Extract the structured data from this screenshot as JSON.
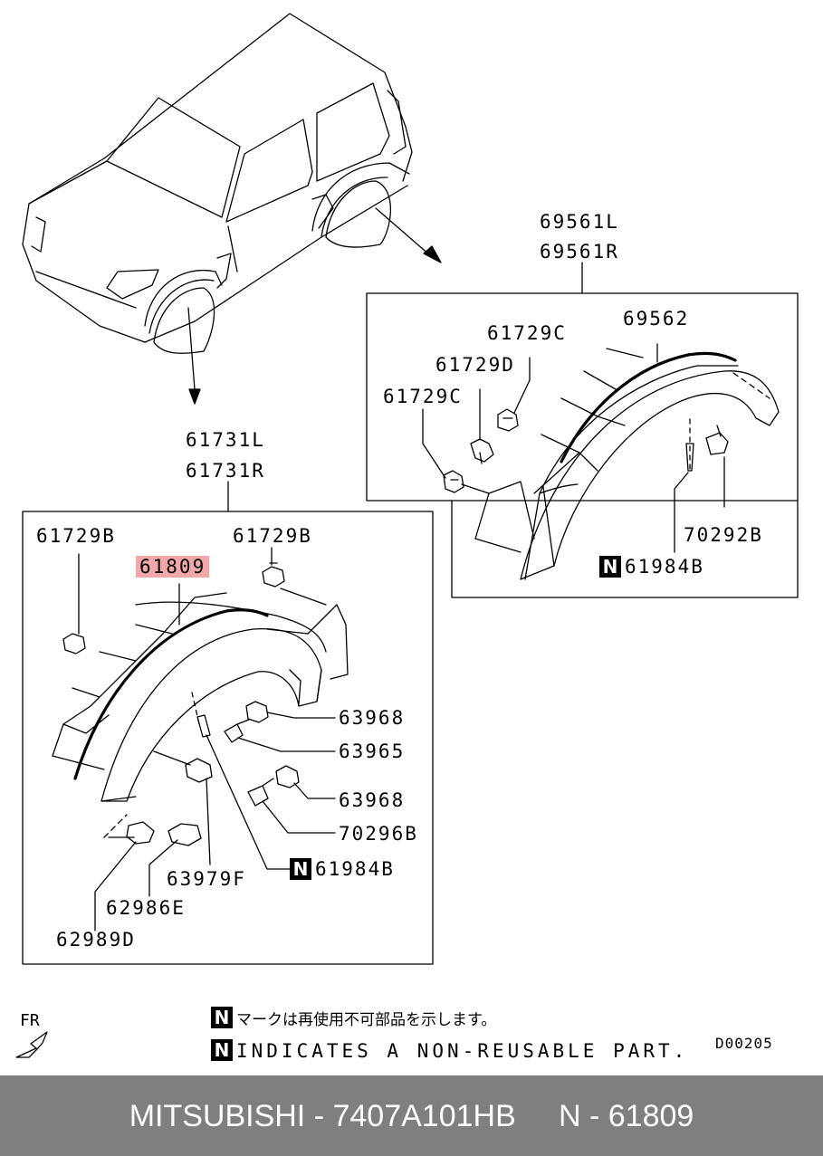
{
  "callouts": {
    "rear_assembly_l": "69561L",
    "rear_assembly_r": "69561R",
    "rear_moulding": "69562",
    "rear_clip_c_top": "61729C",
    "rear_clip_d": "61729D",
    "rear_clip_c_left": "61729C",
    "rear_clip_70292b": "70292B",
    "rear_rivet": "61984B",
    "front_assembly_l": "61731L",
    "front_assembly_r": "61731R",
    "front_clip_b_left": "61729B",
    "front_clip_b_right": "61729B",
    "front_moulding_highlighted": "61809",
    "front_grommet_63968_top": "63968",
    "front_screw_63965": "63965",
    "front_grommet_63968_bottom": "63968",
    "front_screw_70296b": "70296B",
    "front_rivet": "61984B",
    "front_nut_63979f": "63979F",
    "front_screw_62986e": "62986E",
    "front_nut_62989d": "62989D"
  },
  "legend": {
    "n_symbol": "N",
    "japanese_note": "マークは再使用不可部品を示します。",
    "english_note": "INDICATES A NON-REUSABLE PART.",
    "fr_label": "FR",
    "diagram_code": "D00205"
  },
  "footer": {
    "brand": "MITSUBISHI",
    "part_number": "7407A101HB",
    "oem_number": "N - 61809",
    "text": "MITSUBISHI - 7407A101HB     N - 61809"
  },
  "colors": {
    "highlight": "#f2a8a8",
    "footer_bg": "#7f7f7f",
    "footer_text": "#ffffff",
    "line": "#000000"
  }
}
